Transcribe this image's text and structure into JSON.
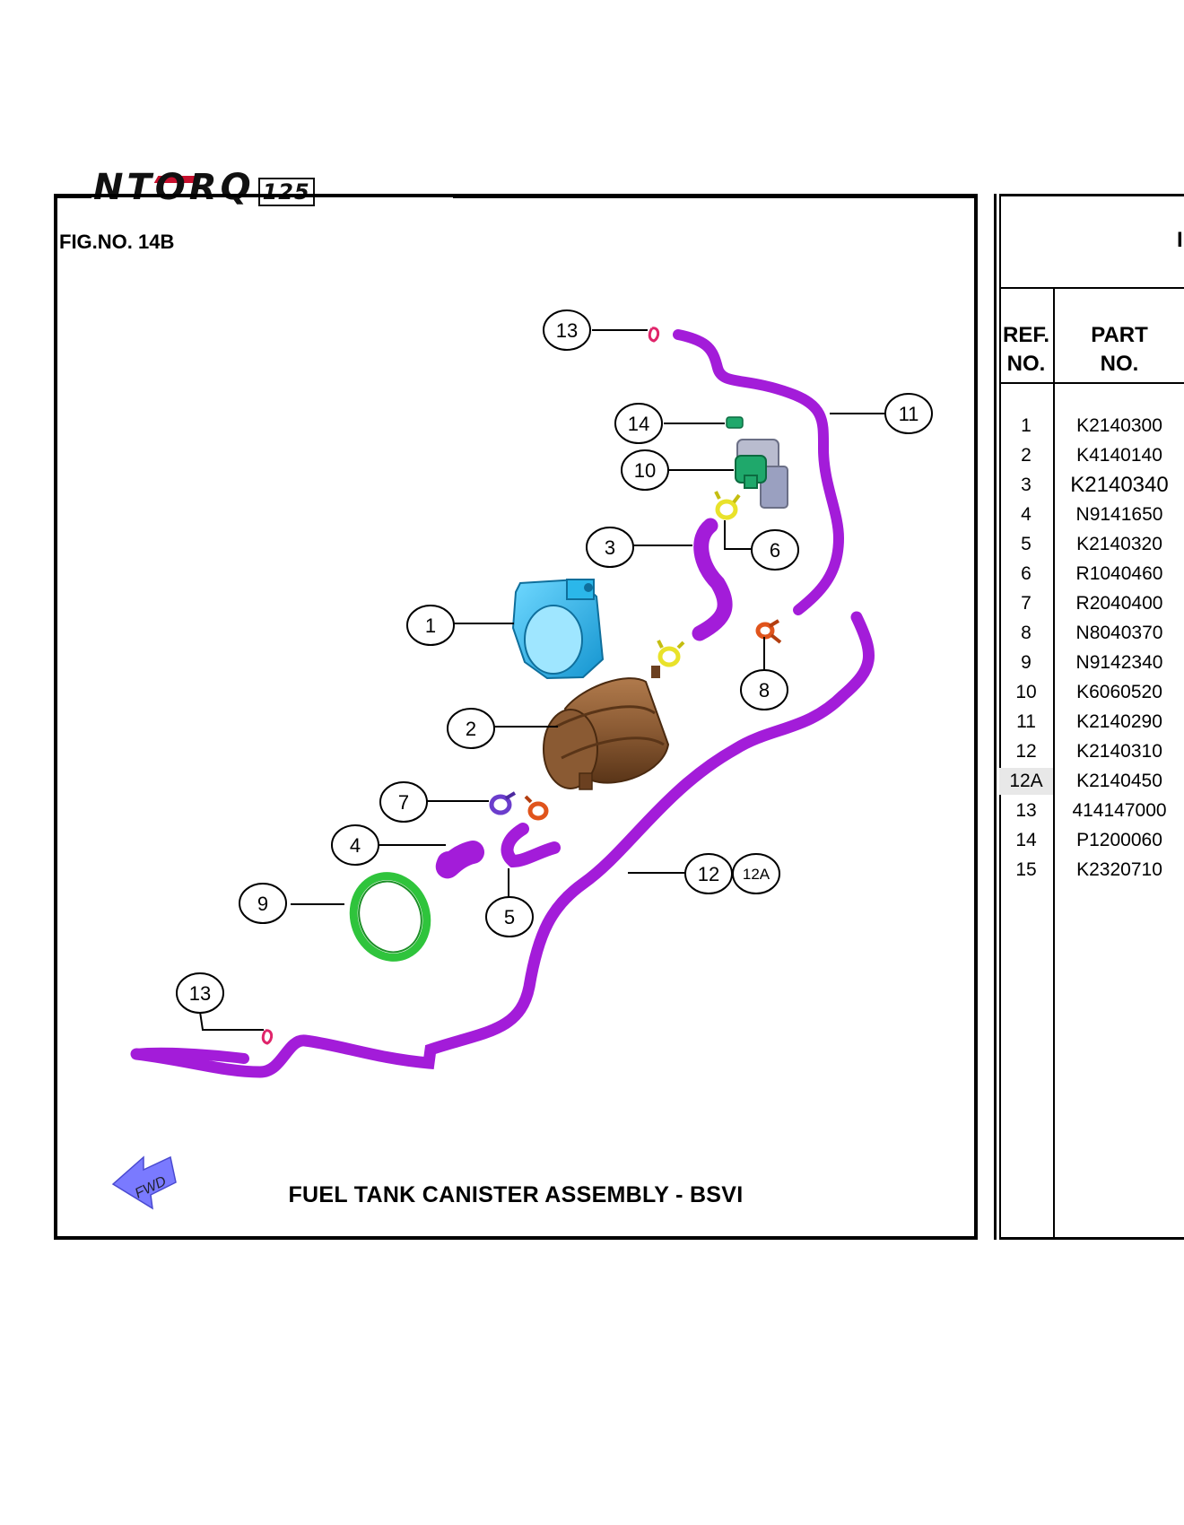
{
  "brand": {
    "logo_text": "NTORQ",
    "logo_suffix": "125"
  },
  "figure": {
    "number": "FIG.NO. 14B",
    "title": "FUEL TANK CANISTER ASSEMBLY - BSVI",
    "direction_marker": "FWD"
  },
  "callouts": [
    "1",
    "2",
    "3",
    "4",
    "5",
    "6",
    "7",
    "8",
    "9",
    "10",
    "11",
    "12",
    "12A",
    "13",
    "13",
    "14"
  ],
  "table": {
    "cut_header": "I",
    "col_ref": "REF. NO.",
    "col_ref_l1": "REF.",
    "col_ref_l2": "NO.",
    "col_part_l1": "PART",
    "col_part_l2": "NO.",
    "rows": [
      {
        "ref": "1",
        "part_no": "K2140300"
      },
      {
        "ref": "2",
        "part_no": "K4140140"
      },
      {
        "ref": "3",
        "part_no": "K2140340"
      },
      {
        "ref": "4",
        "part_no": "N9141650"
      },
      {
        "ref": "5",
        "part_no": "K2140320"
      },
      {
        "ref": "6",
        "part_no": "R1040460"
      },
      {
        "ref": "7",
        "part_no": "R2040400"
      },
      {
        "ref": "8",
        "part_no": "N8040370"
      },
      {
        "ref": "9",
        "part_no": "N9142340"
      },
      {
        "ref": "10",
        "part_no": "K6060520"
      },
      {
        "ref": "11",
        "part_no": "K2140290"
      },
      {
        "ref": "12",
        "part_no": "K2140310"
      },
      {
        "ref": "12A",
        "part_no": "K2140450"
      },
      {
        "ref": "13",
        "part_no": "414147000"
      },
      {
        "ref": "14",
        "part_no": "P1200060"
      },
      {
        "ref": "15",
        "part_no": "K2320710"
      }
    ]
  },
  "colors": {
    "hose": "#a31cd9",
    "canister_body": "#8a5a33",
    "canister_bracket": "#2bb7ea",
    "band": "#2fc43c",
    "clip_yellow": "#e9e22a",
    "clip_orange": "#e0541c",
    "clip_pink": "#e0246a",
    "valve_green": "#1fa86b",
    "fwd_arrow": "#7a7aff"
  }
}
